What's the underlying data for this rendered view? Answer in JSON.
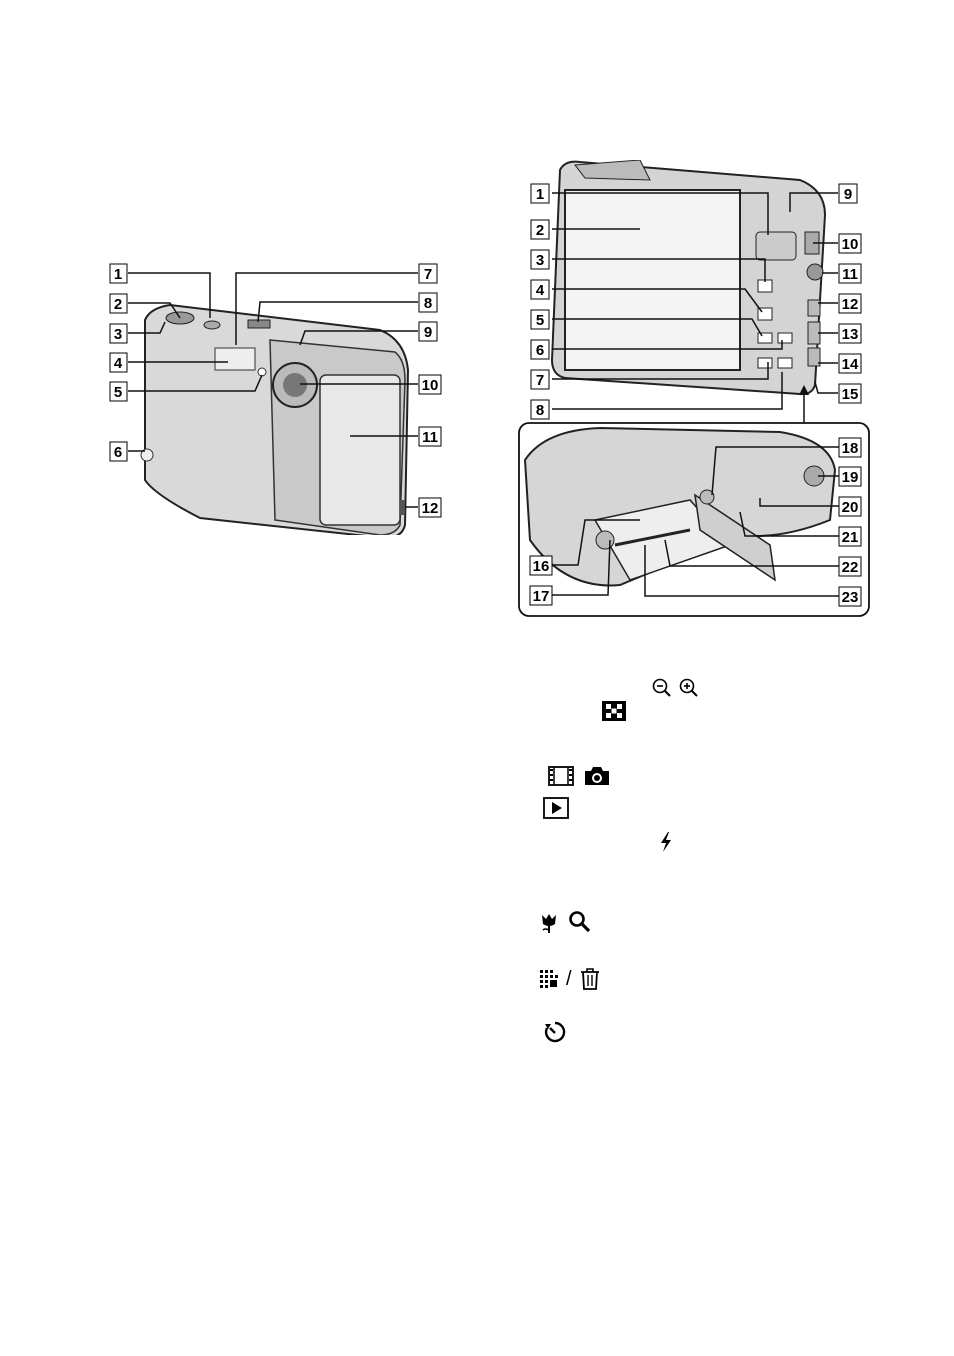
{
  "front_callouts": [
    "1",
    "2",
    "3",
    "4",
    "5",
    "6",
    "7",
    "8",
    "9",
    "10",
    "11",
    "12"
  ],
  "back_callouts": [
    "1",
    "2",
    "3",
    "4",
    "5",
    "6",
    "7",
    "8",
    "9",
    "10",
    "11",
    "12",
    "13",
    "14",
    "15"
  ],
  "bottom_callouts": [
    "16",
    "17",
    "18",
    "19",
    "20",
    "21",
    "22",
    "23"
  ],
  "icons": {
    "zoom_out": "zoom-out-icon",
    "zoom_in": "zoom-in-icon",
    "index": "index-grid-icon",
    "movie": "movie-film-icon",
    "still": "camera-icon",
    "playback": "play-icon",
    "flash": "flash-icon",
    "macro": "macro-tulip-icon",
    "magnifier": "magnifier-icon",
    "image_size": "image-size-icon",
    "slash": "/",
    "delete": "trash-icon",
    "self_timer": "self-timer-icon"
  }
}
